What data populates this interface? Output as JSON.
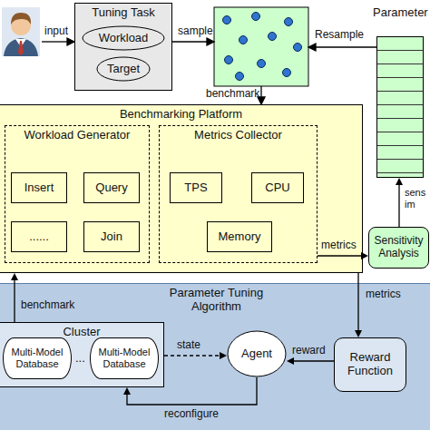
{
  "diagram": {
    "nodes": [
      {
        "text": [
          "Tuning Task"
        ]
      },
      {
        "text": [
          "Workload"
        ],
        "in": 0
      },
      {
        "text": [
          "Target"
        ],
        "in": 0
      },
      {
        "text": [
          "Parameter"
        ]
      },
      {
        "text": [
          "Benchmarking Platform"
        ]
      },
      {
        "text": [
          "Workload Generator"
        ],
        "in": 4
      },
      {
        "text": [
          "Insert"
        ],
        "in": 5
      },
      {
        "text": [
          "Query"
        ],
        "in": 5
      },
      {
        "text": [
          "......"
        ],
        "in": 5
      },
      {
        "text": [
          "Join"
        ],
        "in": 5
      },
      {
        "text": [
          "Metrics Collector"
        ],
        "in": 4
      },
      {
        "text": [
          "TPS"
        ],
        "in": 10
      },
      {
        "text": [
          "CPU"
        ],
        "in": 10
      },
      {
        "text": [
          "Memory"
        ],
        "in": 10
      },
      {
        "text": [
          "Sensitivity Analysis"
        ]
      },
      {
        "text": [
          "Parameter Tuning Algorithm"
        ]
      },
      {
        "text": [
          "Cluster"
        ],
        "in": 15
      },
      {
        "text": [
          "Multi-Model Database"
        ],
        "in": 16
      },
      {
        "text": [
          "Multi-Model Database"
        ],
        "in": 16
      },
      {
        "text": [
          "Agent"
        ],
        "in": 15
      },
      {
        "text": [
          "Reward Function"
        ],
        "in": 15
      }
    ],
    "edges": [
      {
        "from": 10,
        "to": 14,
        "label": "metrics",
        "arrow": "to"
      },
      {
        "from": 14,
        "to": 3,
        "label": "sens im",
        "arrow": "to"
      },
      {
        "from": 4,
        "to": 20,
        "label": "metrics",
        "arrow": "to"
      },
      {
        "from": 16,
        "to": 4,
        "label": "benchmark",
        "arrow": "to"
      },
      {
        "from": 16,
        "to": 19,
        "label": "state",
        "arrow": "to"
      },
      {
        "from": 20,
        "to": 19,
        "label": "reward",
        "arrow": "to"
      },
      {
        "from": 19,
        "to": 16,
        "label": "reconfigure",
        "arrow": "to"
      }
    ],
    "labels": [
      "input",
      "sample",
      "Resample",
      "benchmark",
      "..."
    ]
  }
}
